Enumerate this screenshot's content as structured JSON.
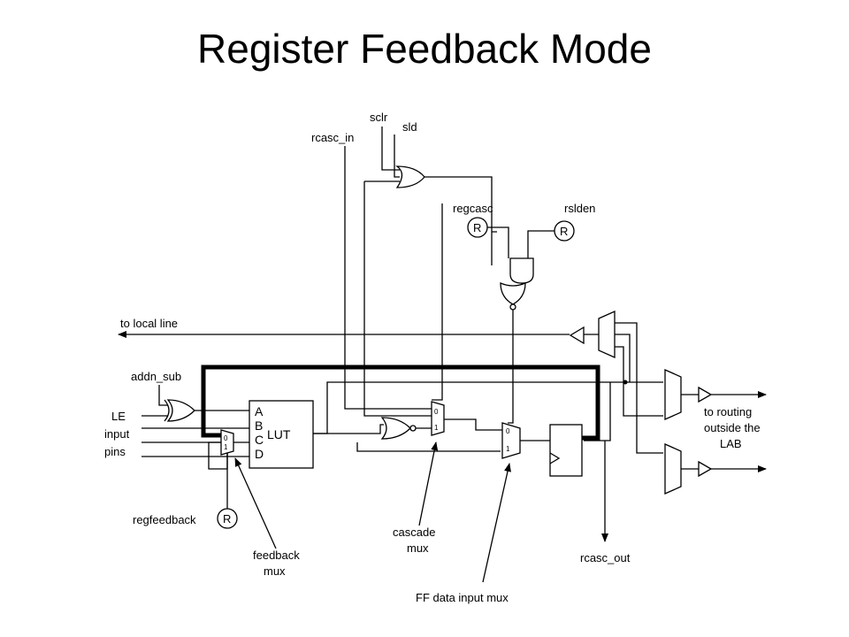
{
  "title": "Register Feedback Mode",
  "signals": {
    "sclr": "sclr",
    "sld": "sld",
    "rcasc_in": "rcasc_in",
    "regcasc": "regcasc",
    "rslden": "rslden",
    "to_local_line": "to local line",
    "addn_sub": "addn_sub",
    "le_input_pins": [
      "LE",
      "input",
      "pins"
    ],
    "regfeedback": "regfeedback",
    "feedback_mux": [
      "feedback",
      "mux"
    ],
    "cascade_mux": [
      "cascade",
      "mux"
    ],
    "ff_data_input_mux": "FF data input mux",
    "rcasc_out": "rcasc_out",
    "to_routing": [
      "to routing",
      "outside the",
      "LAB"
    ]
  },
  "lut": {
    "label": "LUT",
    "inputs": [
      "A",
      "B",
      "C",
      "D"
    ]
  },
  "mux_labels": [
    "0",
    "1"
  ],
  "config_bit": "R"
}
